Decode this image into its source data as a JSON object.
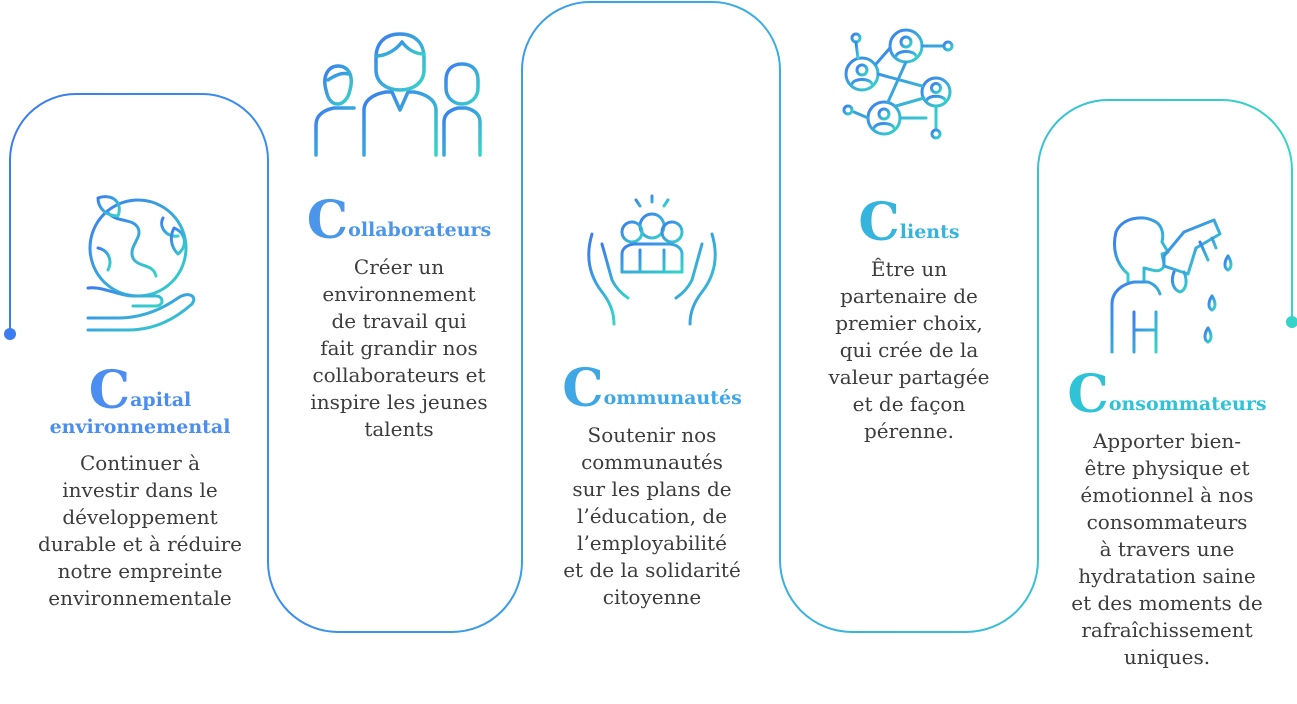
{
  "colors": {
    "blue": "#3b7cf0",
    "teal": "#35d4c8"
  },
  "pillars": [
    {
      "initial": "C",
      "title_rest": "apital",
      "title_line2": "environnemental",
      "description": [
        "Continuer à",
        "investir dans le",
        "développement",
        "durable et à réduire",
        "notre empreinte",
        "environnementale"
      ],
      "icon": "earth-in-hand-icon"
    },
    {
      "initial": "C",
      "title_rest": "ollaborateurs",
      "description": [
        "Créer un",
        "environnement",
        "de travail qui",
        "fait grandir nos",
        "collaborateurs et",
        "inspire les jeunes",
        "talents"
      ],
      "icon": "team-people-icon"
    },
    {
      "initial": "C",
      "title_rest": "ommunautés",
      "description": [
        "Soutenir nos",
        "communautés",
        "sur les plans de",
        "l’éducation, de",
        "l’employabilité",
        "et de la solidarité",
        "citoyenne"
      ],
      "icon": "community-hands-icon"
    },
    {
      "initial": "C",
      "title_rest": "lients",
      "description": [
        "Être un",
        "partenaire de",
        "premier choix,",
        "qui crée de la",
        "valeur partagée",
        "et de façon",
        "pérenne."
      ],
      "icon": "client-network-icon"
    },
    {
      "initial": "C",
      "title_rest": "onsommateurs",
      "description": [
        "Apporter bien-",
        "être physique et",
        "émotionnel à nos",
        "consommateurs",
        "à travers une",
        "hydratation saine",
        "et des moments de",
        "rafraîchissement",
        "uniques."
      ],
      "icon": "person-drinking-icon"
    }
  ]
}
